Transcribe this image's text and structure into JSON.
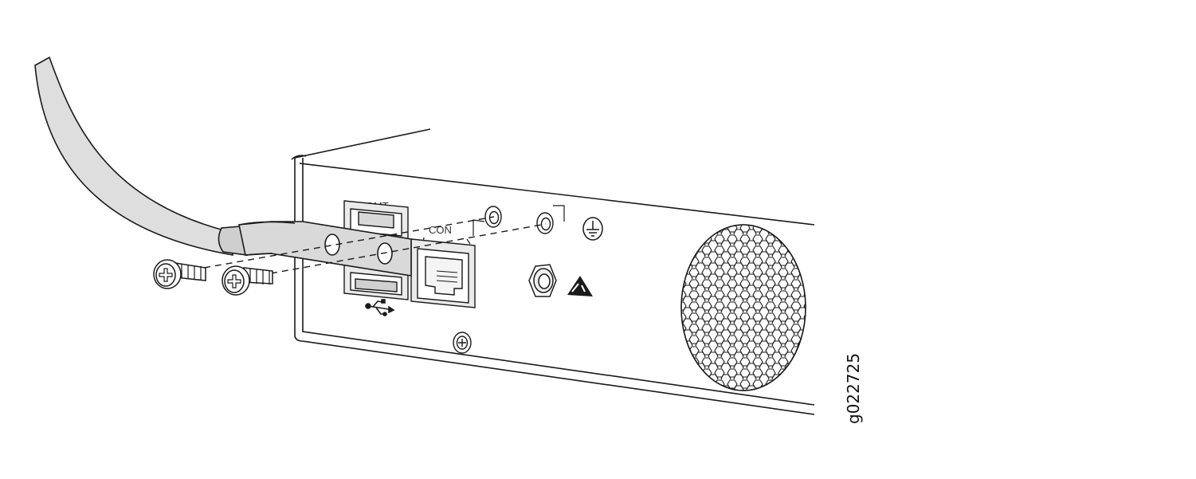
{
  "labels": {
    "mgmt": "MGMT",
    "con": "CON",
    "figure_id": "g022725"
  },
  "icons": [
    "usb-icon",
    "ground-symbol-icon",
    "esd-warning-icon"
  ],
  "colors": {
    "line": "#1a1a1a",
    "cable": "#dedede",
    "lug": "#d9d9d9",
    "port": "#eaeaea",
    "background": "#ffffff"
  }
}
